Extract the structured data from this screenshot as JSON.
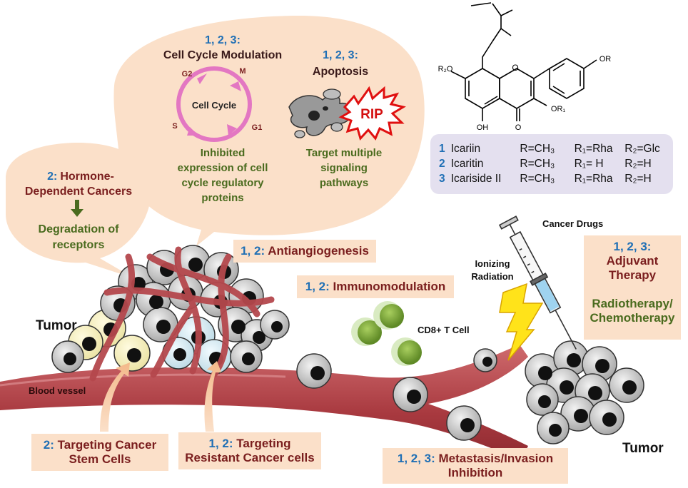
{
  "cell_cycle": {
    "num": "1, 2, 3:",
    "title": "Cell Cycle Modulation",
    "center": "Cell Cycle",
    "phase_g2": "G2",
    "phase_m": "M",
    "phase_s": "S",
    "phase_g1": "G1",
    "effect": [
      "Inhibited",
      "expression of cell",
      "cycle regulatory",
      "proteins"
    ]
  },
  "apoptosis": {
    "num": "1, 2, 3:",
    "title": "Apoptosis",
    "rip": "RIP",
    "effect": [
      "Target multiple",
      "signaling",
      "pathways"
    ]
  },
  "hormone": {
    "num": "2:",
    "title_line1": "Hormone-",
    "title_line2": "Dependent Cancers",
    "effect": [
      "Degradation of",
      "receptors"
    ]
  },
  "structure": {
    "label_r2o": "R₂O",
    "label_or": "OR",
    "label_or1": "OR₁",
    "label_oh": "OH",
    "label_o": "O"
  },
  "legend": {
    "rows": [
      {
        "num": "1",
        "name": "Icariin",
        "r": "R=CH₃",
        "r1": "R₁=Rha",
        "r2": "R₂=Glc"
      },
      {
        "num": "2",
        "name": "Icaritin",
        "r": "R=CH₃",
        "r1": "R₁= H",
        "r2": "R₂=H"
      },
      {
        "num": "3",
        "name": "Icariside II",
        "r": "R=CH₃",
        "r1": "R₁=Rha",
        "r2": "R₂=H"
      }
    ]
  },
  "antiangiogenesis": {
    "num": "1, 2:",
    "label": "Antiangiogenesis"
  },
  "immunomodulation": {
    "num": "1, 2:",
    "label": "Immunomodulation"
  },
  "cd8_label": "CD8+ T Cell",
  "cancer_drugs_label": "Cancer Drugs",
  "ionizing_line1": "Ionizing",
  "ionizing_line2": "Radiation",
  "adjuvant": {
    "num": "1, 2, 3:",
    "title_line1": "Adjuvant",
    "title_line2": "Therapy",
    "effect_line1": "Radiotherapy/",
    "effect_line2": "Chemotherapy"
  },
  "tumor_left_label": "Tumor",
  "tumor_right_label": "Tumor",
  "blood_vessel_label": "Blood vessel",
  "stem_cells": {
    "num": "2:",
    "line1": "Targeting Cancer",
    "line2": "Stem Cells"
  },
  "resistant": {
    "num": "1, 2:",
    "line1": "Targeting",
    "line2": "Resistant Cancer cells"
  },
  "metastasis": {
    "num": "1, 2, 3:",
    "line1": "Metastasis/Invasion",
    "line2": "Inhibition"
  },
  "colors": {
    "peach": "#fbe0c9",
    "vessel": "#b5484d",
    "maroon": "#7a1e1e",
    "number_blue": "#1f6fb5",
    "effect_green": "#4a6b1e",
    "legend_bg": "#e4e0ef",
    "cell_cycle_pink": "#e377c2",
    "t_cell_green": "#7aa33a"
  }
}
